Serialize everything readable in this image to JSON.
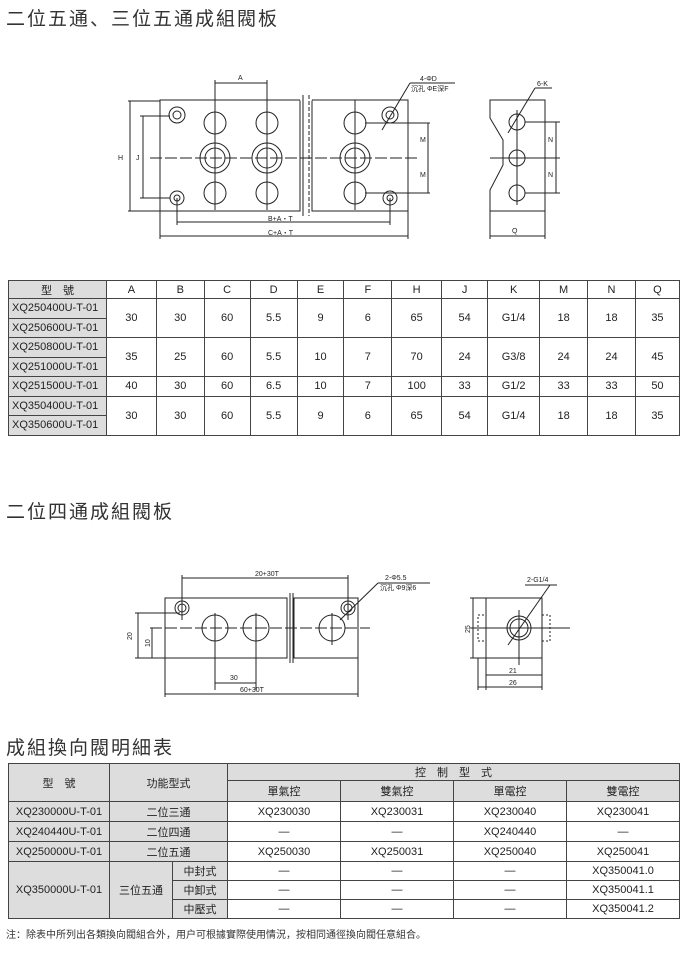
{
  "section1": {
    "title": "二位五通、三位五通成組閥板",
    "labels": {
      "A": "A",
      "H": "H",
      "J": "J",
      "M": "M",
      "N": "N",
      "Q": "Q",
      "BAT": "B+A・T",
      "CAT": "C+A・T",
      "hole1": "4-ΦD",
      "hole2": "沉孔 ΦE深F",
      "port": "6-K"
    },
    "table": {
      "headers": [
        "型　號",
        "A",
        "B",
        "C",
        "D",
        "E",
        "F",
        "H",
        "J",
        "K",
        "M",
        "N",
        "Q"
      ],
      "groups": [
        {
          "models": [
            "XQ250400U-T-01",
            "XQ250600U-T-01"
          ],
          "values": [
            "30",
            "30",
            "60",
            "5.5",
            "9",
            "6",
            "65",
            "54",
            "G1/4",
            "18",
            "18",
            "35"
          ]
        },
        {
          "models": [
            "XQ250800U-T-01",
            "XQ251000U-T-01"
          ],
          "values": [
            "35",
            "25",
            "60",
            "5.5",
            "10",
            "7",
            "70",
            "24",
            "G3/8",
            "24",
            "24",
            "45"
          ]
        },
        {
          "models": [
            "XQ251500U-T-01"
          ],
          "values": [
            "40",
            "30",
            "60",
            "6.5",
            "10",
            "7",
            "100",
            "33",
            "G1/2",
            "33",
            "33",
            "50"
          ]
        },
        {
          "models": [
            "XQ350400U-T-01",
            "XQ350600U-T-01"
          ],
          "values": [
            "30",
            "30",
            "60",
            "5.5",
            "9",
            "6",
            "65",
            "54",
            "G1/4",
            "18",
            "18",
            "35"
          ]
        }
      ]
    }
  },
  "section2": {
    "title": "二位四通成組閥板",
    "labels": {
      "top": "20+30T",
      "hole1": "2-Φ5.5",
      "hole2": "沉孔 Φ9深6",
      "h20": "20",
      "h10": "10",
      "w30": "30",
      "bottom": "60+30T",
      "port": "2-G1/4",
      "h25": "25",
      "w21": "21",
      "w26": "26"
    }
  },
  "section3": {
    "title": "成組換向閥明細表",
    "headers": {
      "model": "型　號",
      "function": "功能型式",
      "control": "控　制　型　式",
      "types": [
        "單氣控",
        "雙氣控",
        "單電控",
        "雙電控"
      ]
    },
    "rows": [
      {
        "model": "XQ230000U-T-01",
        "function": "二位三通",
        "values": [
          "XQ230030",
          "XQ230031",
          "XQ230040",
          "XQ230041"
        ]
      },
      {
        "model": "XQ240440U-T-01",
        "function": "二位四通",
        "values": [
          "—",
          "—",
          "XQ240440",
          "—"
        ]
      },
      {
        "model": "XQ250000U-T-01",
        "function": "二位五通",
        "values": [
          "XQ250030",
          "XQ250031",
          "XQ250040",
          "XQ250041"
        ]
      }
    ],
    "group": {
      "model": "XQ350000U-T-01",
      "function": "三位五通",
      "sub": [
        {
          "name": "中封式",
          "values": [
            "—",
            "—",
            "—",
            "XQ350041.0"
          ]
        },
        {
          "name": "中卸式",
          "values": [
            "—",
            "—",
            "—",
            "XQ350041.1"
          ]
        },
        {
          "name": "中壓式",
          "values": [
            "—",
            "—",
            "—",
            "XQ350041.2"
          ]
        }
      ]
    },
    "note": "注：除表中所列出各類換向閥組合外，用户可根據實際使用情況，按相同通徑換向閥任意組合。"
  }
}
